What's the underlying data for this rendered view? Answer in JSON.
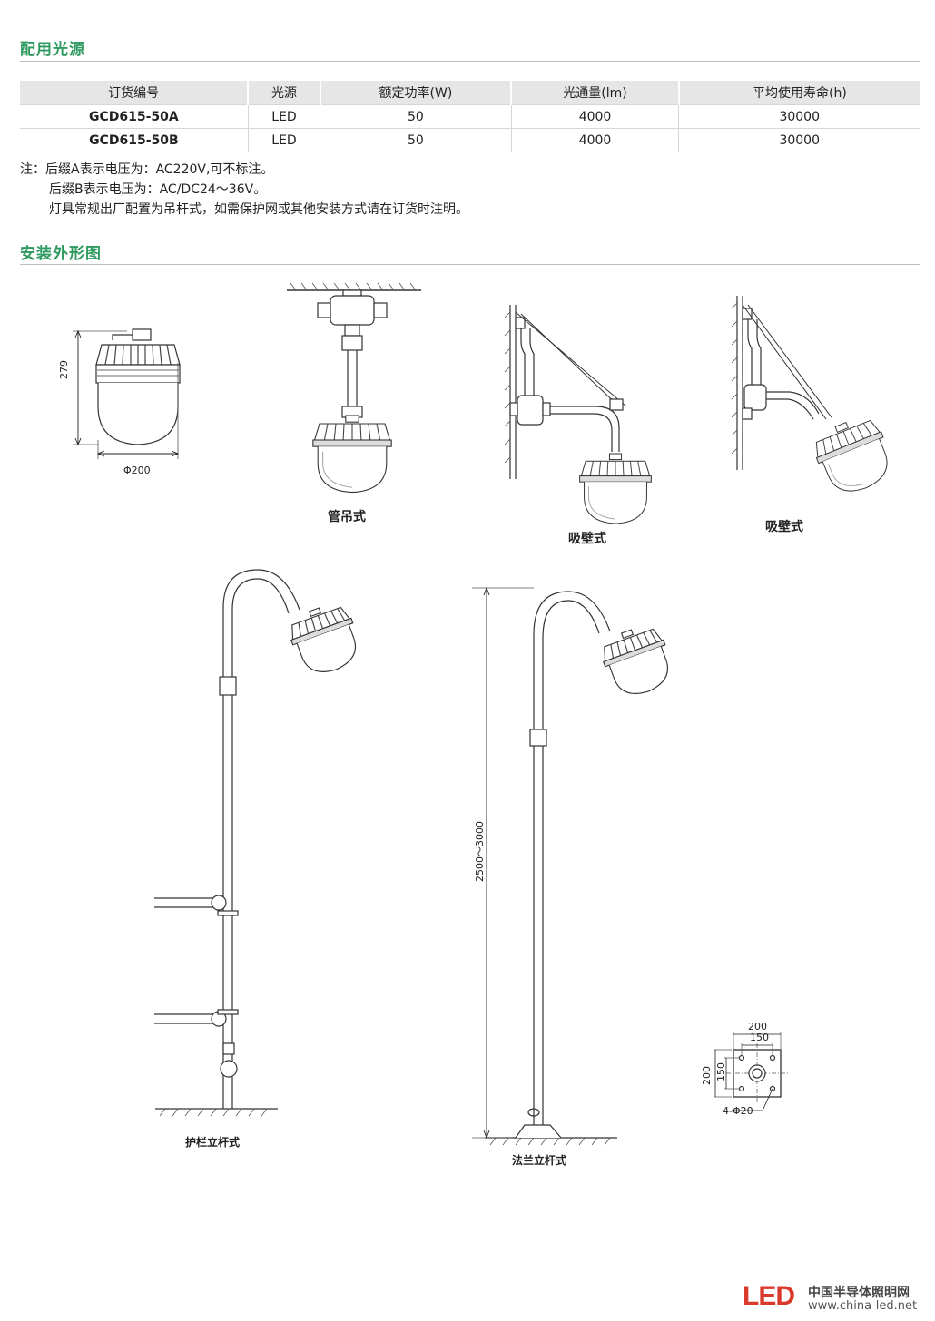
{
  "sections": {
    "light_source_title": "配用光源",
    "install_title": "安装外形图"
  },
  "table": {
    "headers": [
      "订货编号",
      "光源",
      "额定功率(W)",
      "光通量(lm)",
      "平均使用寿命(h)"
    ],
    "rows": [
      [
        "GCD615-50A",
        "LED",
        "50",
        "4000",
        "30000"
      ],
      [
        "GCD615-50B",
        "LED",
        "50",
        "4000",
        "30000"
      ]
    ]
  },
  "notes": {
    "line1": "注：后缀A表示电压为：AC220V,可不标注。",
    "line2": "后缀B表示电压为：AC/DC24～36V。",
    "line3": "灯具常规出厂配置为吊杆式，如需保护网或其他安装方式请在订货时注明。"
  },
  "captions": {
    "pipe_pendant": "管吊式",
    "wall_mount_1": "吸壁式",
    "wall_mount_2": "吸壁式",
    "railing_pole": "护栏立杆式",
    "flange_pole": "法兰立杆式"
  },
  "dimensions": {
    "height": "279",
    "diameter": "Φ200",
    "pole_height": "2500～3000",
    "flange_outer": "200",
    "flange_inner": "150",
    "flange_outer_v": "200",
    "flange_inner_v": "150",
    "holes": "4-Φ20"
  },
  "logo": {
    "mark": "LED",
    "name": "中国半导体照明网",
    "url": "www.china-led.net"
  }
}
